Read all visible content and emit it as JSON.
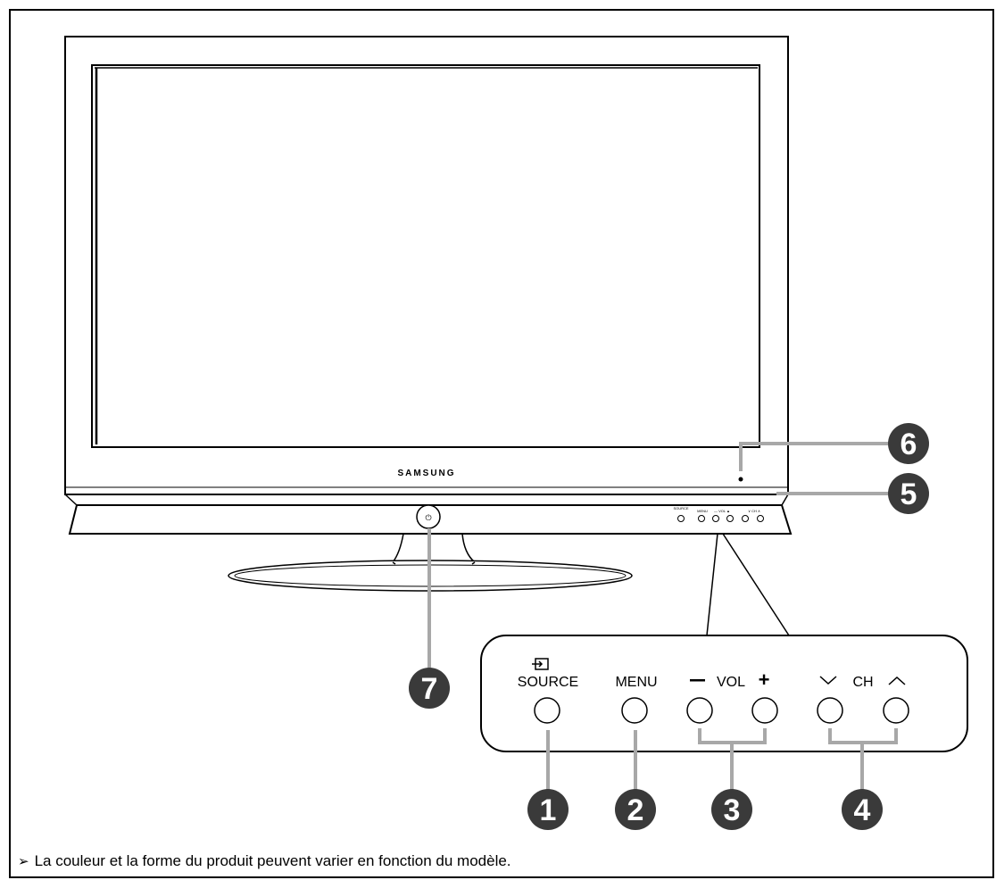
{
  "brand": "SAMSUNG",
  "panel": {
    "source_label": "SOURCE",
    "menu_label": "MENU",
    "vol_label": "VOL",
    "ch_label": "CH",
    "minus_symbol": "—",
    "plus_symbol": "+"
  },
  "mini_labels": {
    "source": "SOURCE",
    "menu": "MENU",
    "vol": "— VOL ▲",
    "ch": "∨ CH ∧"
  },
  "callouts": [
    "1",
    "2",
    "3",
    "4",
    "5",
    "6",
    "7"
  ],
  "note": {
    "arrow": "➢",
    "text": "La couleur et la forme du produit peuvent varier en fonction du modèle."
  },
  "colors": {
    "callout": "#3a3a3a",
    "leader": "#a8a8a8",
    "line": "#000000"
  }
}
